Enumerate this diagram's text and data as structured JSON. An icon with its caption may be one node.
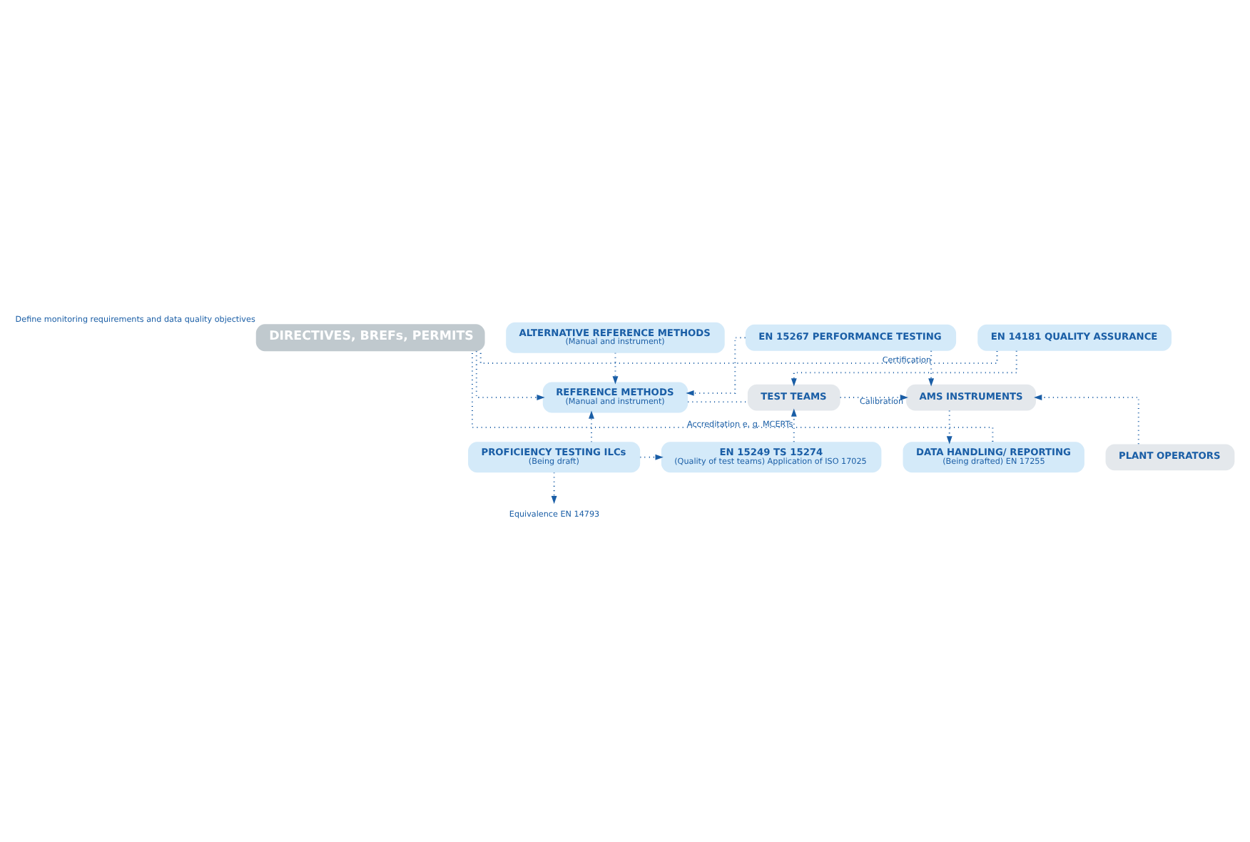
{
  "diagram": {
    "nodes": [
      {
        "text": [
          "DIRECTIVES, BREFs, PERMITS"
        ],
        "beside": [
          "Define monitoring requirements and data quality objectives"
        ]
      },
      {
        "text": [
          "EN 14181 QUALITY ASSURANCE"
        ]
      },
      {
        "text": [
          "EN 15267 PERFORMANCE TESTING"
        ]
      },
      {
        "text": [
          "REFERENCE METHODS",
          "(Manual and instrument)"
        ]
      },
      {
        "text": [
          "TEST TEAMS"
        ]
      },
      {
        "text": [
          "AMS INSTRUMENTS"
        ]
      },
      {
        "text": [
          "ALTERNATIVE REFERENCE METHODS",
          "(Manual and instrument)"
        ]
      },
      {
        "text": [
          "PROFICIENCY TESTING ILCs",
          "(Being draft)"
        ]
      },
      {
        "text": [
          "EN 15249 TS 15274",
          "(Quality of test teams) Application of ISO 17025"
        ]
      },
      {
        "text": [
          "PLANT OPERATORS"
        ]
      },
      {
        "text": [
          "DATA HANDLING/ REPORTING",
          "(Being drafted) EN 17255"
        ]
      },
      {
        "text": [
          "Equivalence EN 14793"
        ]
      }
    ],
    "edges": [
      {
        "from": 1,
        "to": 0,
        "arrow": "none"
      },
      {
        "from": 0,
        "to": 3,
        "arrow": "to"
      },
      {
        "from": 1,
        "to": 4,
        "arrow": "to"
      },
      {
        "from": 2,
        "to": 3,
        "arrow": "to"
      },
      {
        "from": 2,
        "to": 5,
        "arrow": "to",
        "label": "Certification"
      },
      {
        "from": 3,
        "to": 4,
        "arrow": "none"
      },
      {
        "from": 4,
        "to": 5,
        "arrow": "to",
        "label": "Calibration"
      },
      {
        "from": 6,
        "to": 3,
        "arrow": "to"
      },
      {
        "from": 7,
        "to": 11,
        "arrow": "to"
      },
      {
        "from": 7,
        "to": 3,
        "arrow": "to"
      },
      {
        "from": 7,
        "to": 8,
        "arrow": "to"
      },
      {
        "from": 8,
        "to": 4,
        "arrow": "to",
        "label": "Accreditation e. g. MCERTs"
      },
      {
        "from": 9,
        "to": 5,
        "arrow": "to"
      },
      {
        "from": 5,
        "to": 10,
        "arrow": "to"
      },
      {
        "from": 10,
        "to": 0,
        "arrow": "none"
      }
    ]
  }
}
